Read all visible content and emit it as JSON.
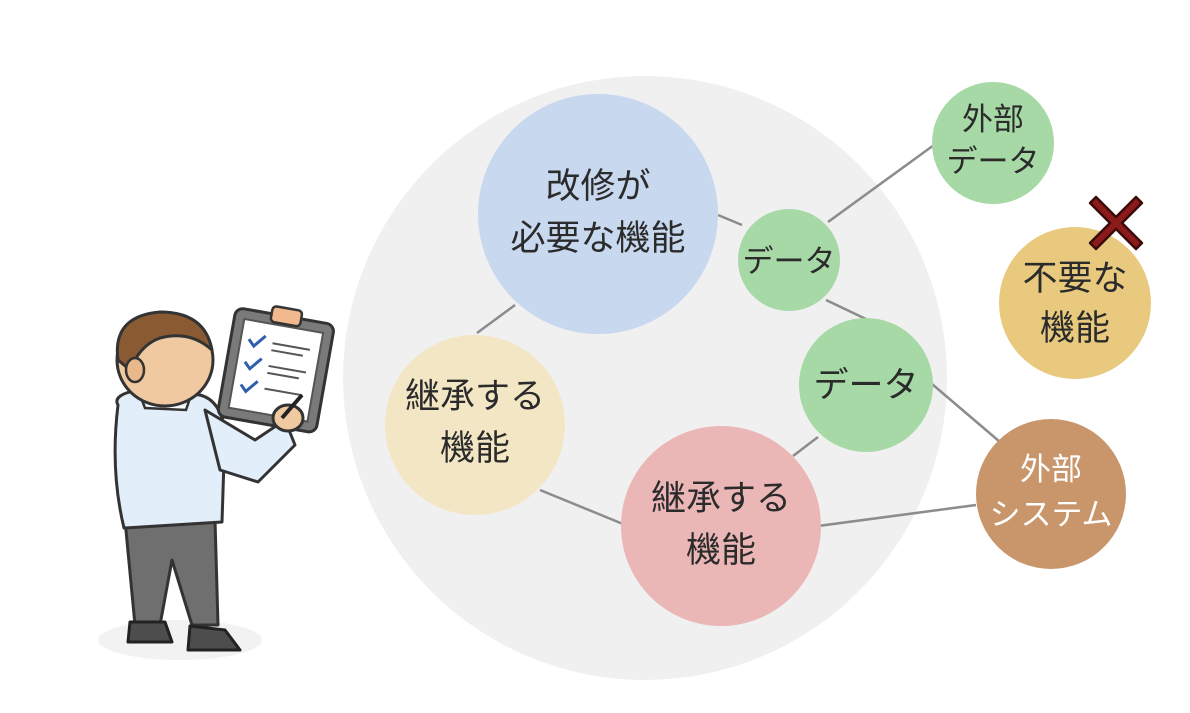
{
  "nodes": {
    "modify": {
      "lines": [
        "改修が",
        "必要な機能"
      ],
      "color": "#c8d8ef"
    },
    "inherit_left": {
      "lines": [
        "継承する",
        "機能"
      ],
      "color": "#f3e6c5"
    },
    "inherit_main": {
      "lines": [
        "継承する",
        "機能"
      ],
      "color": "#ebb6b6"
    },
    "data_upper": {
      "lines": [
        "データ"
      ],
      "color": "#a7d9a6"
    },
    "data_lower": {
      "lines": [
        "データ"
      ],
      "color": "#a7d9a6"
    },
    "external_data": {
      "lines": [
        "外部",
        "データ"
      ],
      "color": "#a7d9a6"
    },
    "unneeded": {
      "lines": [
        "不要な",
        "機能"
      ],
      "color": "#e8c97e"
    },
    "external_system": {
      "lines": [
        "外部",
        "システム"
      ],
      "color": "#c9956a"
    }
  },
  "colors": {
    "system_boundary": "#f0f0f0",
    "connector": "#8c8c8c",
    "reject_mark": "#8b1a1a"
  },
  "icons": {
    "person": "person-with-clipboard-icon",
    "reject": "x-mark-icon"
  }
}
